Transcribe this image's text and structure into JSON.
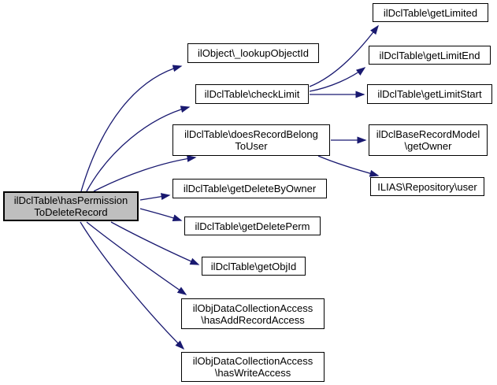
{
  "diagram": {
    "type": "call-graph",
    "background_color": "#ffffff",
    "edge_color": "#191970",
    "node_fill": "#ffffff",
    "node_border": "#000000",
    "highlight_fill": "#bfbfbf",
    "nodes": {
      "main": {
        "label": "ilDclTable\\hasPermission\nToDeleteRecord",
        "highlighted": true
      },
      "lookup_object_id": {
        "label": "ilObject\\_lookupObjectId",
        "highlighted": false
      },
      "check_limit": {
        "label": "ilDclTable\\checkLimit",
        "highlighted": false
      },
      "does_record_belong_to_user": {
        "label": "ilDclTable\\doesRecordBelong\nToUser",
        "highlighted": false
      },
      "get_delete_by_owner": {
        "label": "ilDclTable\\getDeleteByOwner",
        "highlighted": false
      },
      "get_delete_perm": {
        "label": "ilDclTable\\getDeletePerm",
        "highlighted": false
      },
      "get_obj_id": {
        "label": "ilDclTable\\getObjId",
        "highlighted": false
      },
      "has_add_record_access": {
        "label": "ilObjDataCollectionAccess\n\\hasAddRecordAccess",
        "highlighted": false
      },
      "has_write_access": {
        "label": "ilObjDataCollectionAccess\n\\hasWriteAccess",
        "highlighted": false
      },
      "get_limited": {
        "label": "ilDclTable\\getLimited",
        "highlighted": false
      },
      "get_limit_end": {
        "label": "ilDclTable\\getLimitEnd",
        "highlighted": false
      },
      "get_limit_start": {
        "label": "ilDclTable\\getLimitStart",
        "highlighted": false
      },
      "get_owner": {
        "label": "ilDclBaseRecordModel\n\\getOwner",
        "highlighted": false
      },
      "user": {
        "label": "ILIAS\\Repository\\user",
        "highlighted": false
      }
    },
    "edges": [
      {
        "from": "main",
        "to": "lookup_object_id"
      },
      {
        "from": "main",
        "to": "check_limit"
      },
      {
        "from": "main",
        "to": "does_record_belong_to_user"
      },
      {
        "from": "main",
        "to": "get_delete_by_owner"
      },
      {
        "from": "main",
        "to": "get_delete_perm"
      },
      {
        "from": "main",
        "to": "get_obj_id"
      },
      {
        "from": "main",
        "to": "has_add_record_access"
      },
      {
        "from": "main",
        "to": "has_write_access"
      },
      {
        "from": "check_limit",
        "to": "get_limited"
      },
      {
        "from": "check_limit",
        "to": "get_limit_end"
      },
      {
        "from": "check_limit",
        "to": "get_limit_start"
      },
      {
        "from": "does_record_belong_to_user",
        "to": "get_owner"
      },
      {
        "from": "does_record_belong_to_user",
        "to": "user"
      }
    ]
  }
}
